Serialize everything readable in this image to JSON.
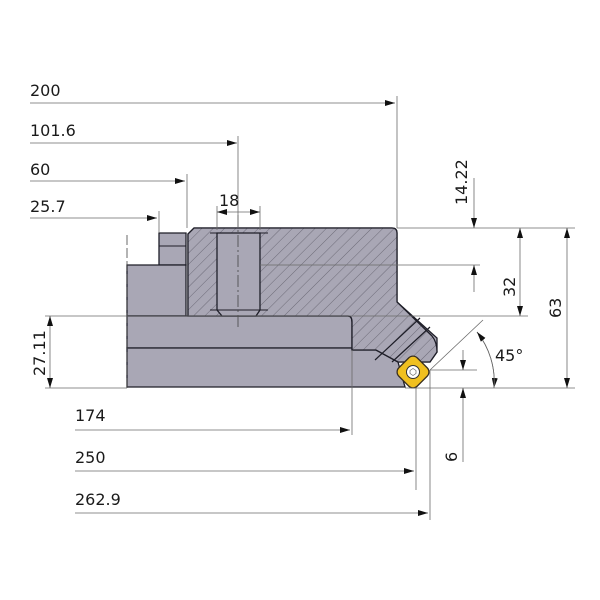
{
  "title": "Face milling cutter cross-section",
  "dimensions": {
    "d200": "200",
    "d101_6": "101.6",
    "d60": "60",
    "d25_7": "25.7",
    "d18": "18",
    "d14_22": "14.22",
    "d32": "32",
    "d63": "63",
    "d27_11": "27.11",
    "angle45": "45°",
    "d6": "6",
    "d174": "174",
    "d250": "250",
    "d262_9": "262.9"
  },
  "colors": {
    "body": "#a9a7b5",
    "insert": "#f0c020",
    "outline": "#1e1e28"
  }
}
